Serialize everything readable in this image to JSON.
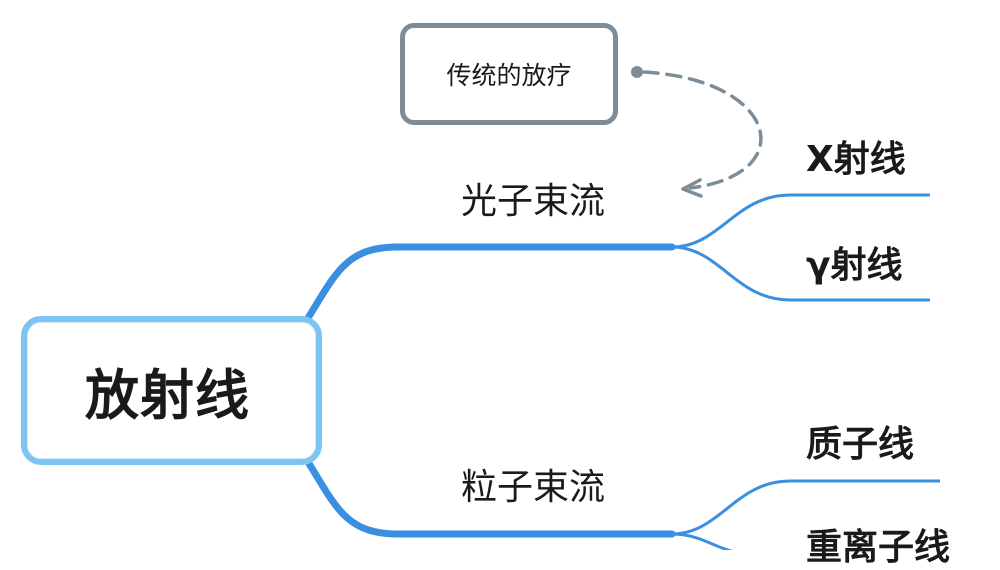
{
  "root": {
    "label": "放射线"
  },
  "note": {
    "label": "传统的放疗"
  },
  "branches": [
    {
      "label": "光子束流",
      "children": [
        {
          "label": "X射线"
        },
        {
          "label": "γ射线"
        }
      ]
    },
    {
      "label": "粒子束流",
      "children": [
        {
          "label": "质子线"
        },
        {
          "label": "重离子线"
        }
      ]
    }
  ],
  "colors": {
    "connector": "#3b8fe0",
    "root_border": "#7ec4f3",
    "note_border": "#7d8d97",
    "note_link": "#7d8d97"
  }
}
